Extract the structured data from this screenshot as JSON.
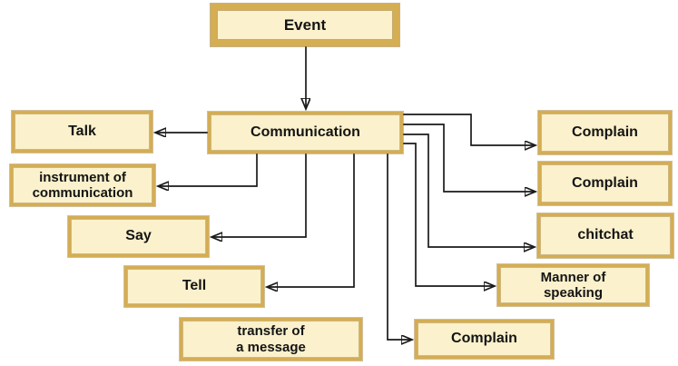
{
  "diagram": {
    "type": "concept-hierarchy",
    "nodes": {
      "event": {
        "label": "Event"
      },
      "communication": {
        "label": "Communication"
      },
      "talk": {
        "label": "Talk"
      },
      "instrument": {
        "label": "instrument of\ncommunication"
      },
      "say": {
        "label": "Say"
      },
      "tell": {
        "label": "Tell"
      },
      "transfer": {
        "label": "transfer of\na message"
      },
      "complain1": {
        "label": "Complain"
      },
      "complain2": {
        "label": "Complain"
      },
      "chitchat": {
        "label": "chitchat"
      },
      "manner": {
        "label": "Manner of\nspeaking"
      },
      "complain3": {
        "label": "Complain"
      }
    },
    "edges": [
      {
        "from": "Event",
        "to": "Communication"
      },
      {
        "from": "Communication",
        "to": "Talk"
      },
      {
        "from": "Communication",
        "to": "instrument of communication"
      },
      {
        "from": "Communication",
        "to": "Say"
      },
      {
        "from": "Communication",
        "to": "Tell"
      },
      {
        "from": "Communication",
        "to": "Complain (top right)"
      },
      {
        "from": "Communication",
        "to": "Complain (middle right)"
      },
      {
        "from": "Communication",
        "to": "chitchat"
      },
      {
        "from": "Communication",
        "to": "Manner of speaking"
      },
      {
        "from": "Communication",
        "to": "Complain (bottom)"
      }
    ],
    "unconnected_nodes": [
      "transfer of a message"
    ],
    "colors": {
      "node_fill": "#fbf1cc",
      "node_border": "#d5ad52",
      "arrow": "#1a1a1a",
      "background": "#ffffff",
      "text": "#141414"
    }
  }
}
